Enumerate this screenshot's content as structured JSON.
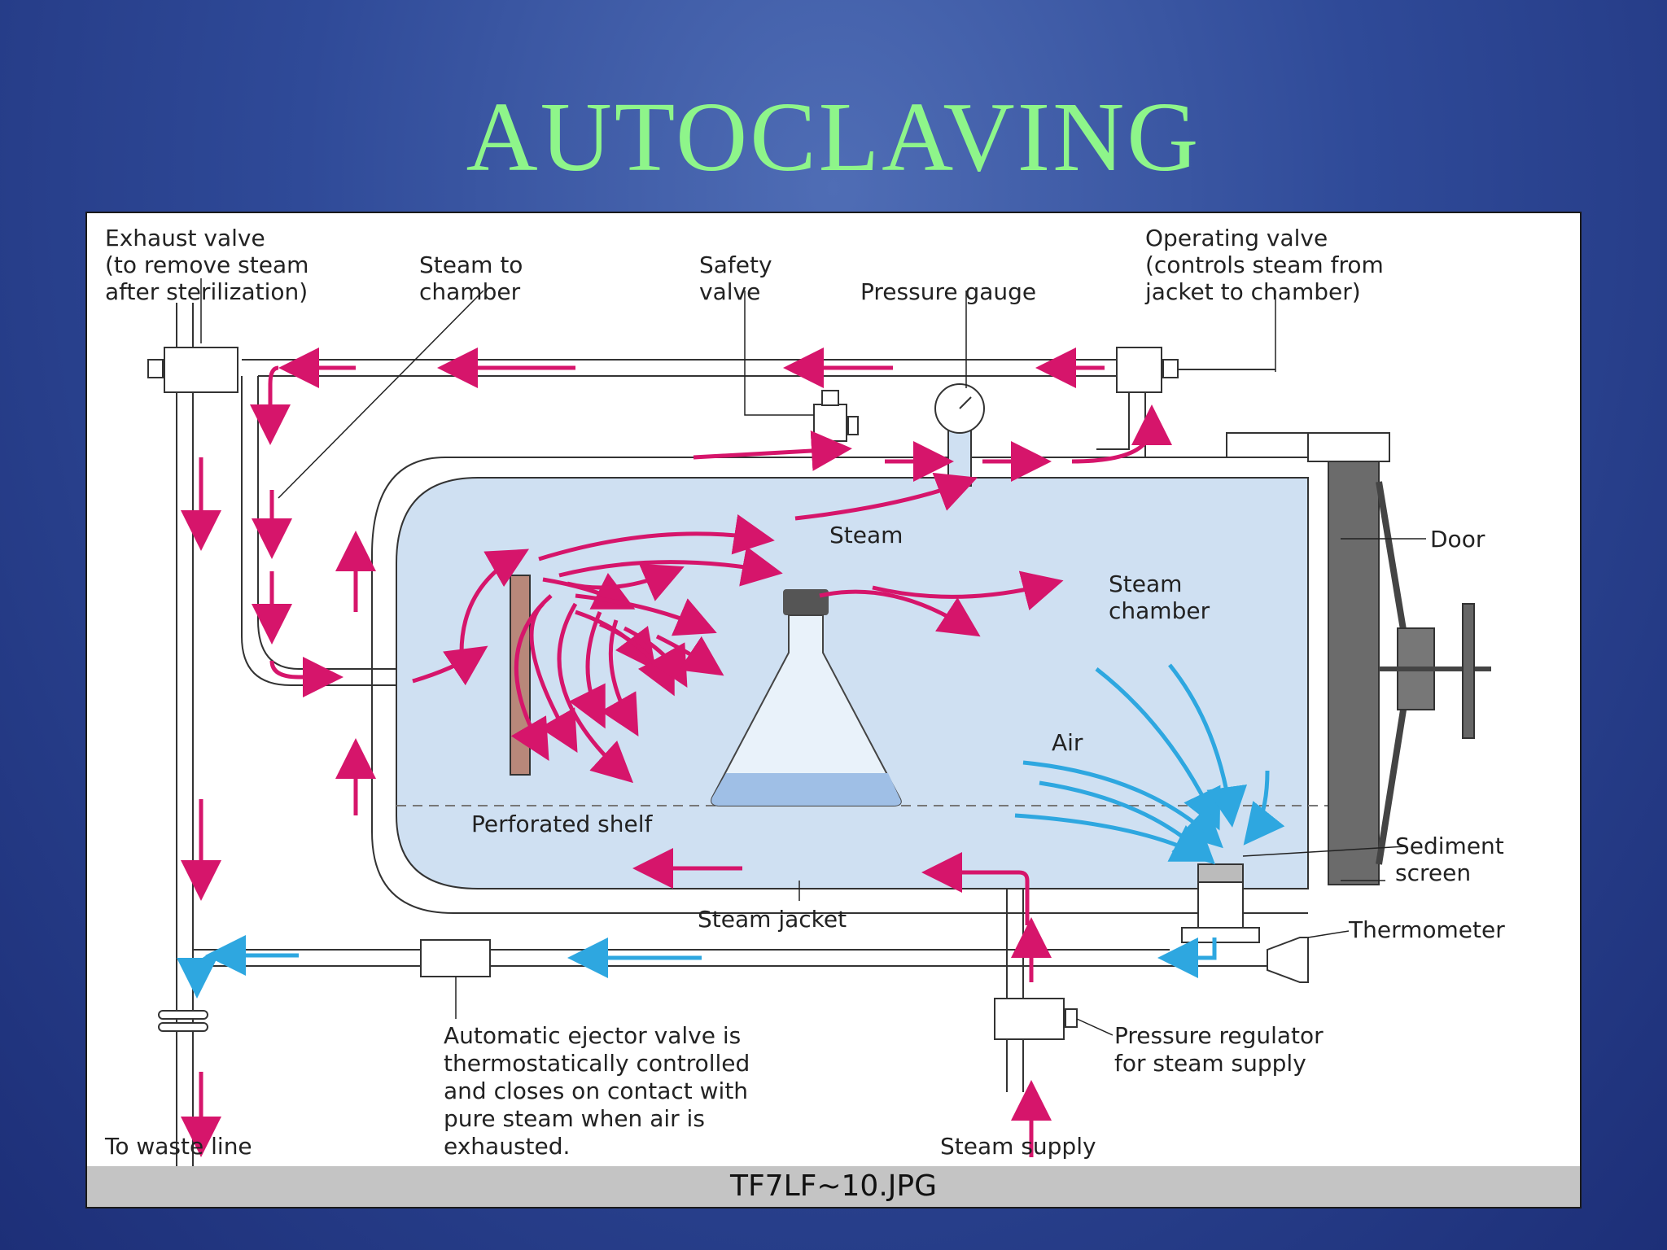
{
  "slide": {
    "title": "AUTOCLAVING"
  },
  "figure": {
    "caption": "TF7LF~10.JPG",
    "labels": {
      "exhaust_valve": [
        "Exhaust valve",
        "(to remove steam",
        "after sterilization)"
      ],
      "steam_to_chamber": [
        "Steam to",
        "chamber"
      ],
      "safety_valve": [
        "Safety",
        "valve"
      ],
      "pressure_gauge": "Pressure gauge",
      "operating_valve": [
        "Operating valve",
        "(controls steam from",
        "jacket to chamber)"
      ],
      "steam": "Steam",
      "door": "Door",
      "steam_chamber": [
        "Steam",
        "chamber"
      ],
      "air": "Air",
      "perforated_shelf": "Perforated shelf",
      "sediment_screen": [
        "Sediment",
        "screen"
      ],
      "steam_jacket": "Steam jacket",
      "thermometer": "Thermometer",
      "ejector_valve": [
        "Automatic ejector valve is",
        "thermostatically controlled",
        "and closes on contact with",
        "pure steam when air is",
        "exhausted."
      ],
      "pressure_regulator": [
        "Pressure regulator",
        "for steam supply"
      ],
      "to_waste_line": "To waste line",
      "steam_supply": "Steam supply"
    },
    "colors": {
      "steam_arrow": "#d6156b",
      "air_arrow": "#2ea7e0",
      "chamber_fill": "#cfe0f2",
      "door": "#6b6b6b",
      "shelf": "#b8887a"
    }
  }
}
